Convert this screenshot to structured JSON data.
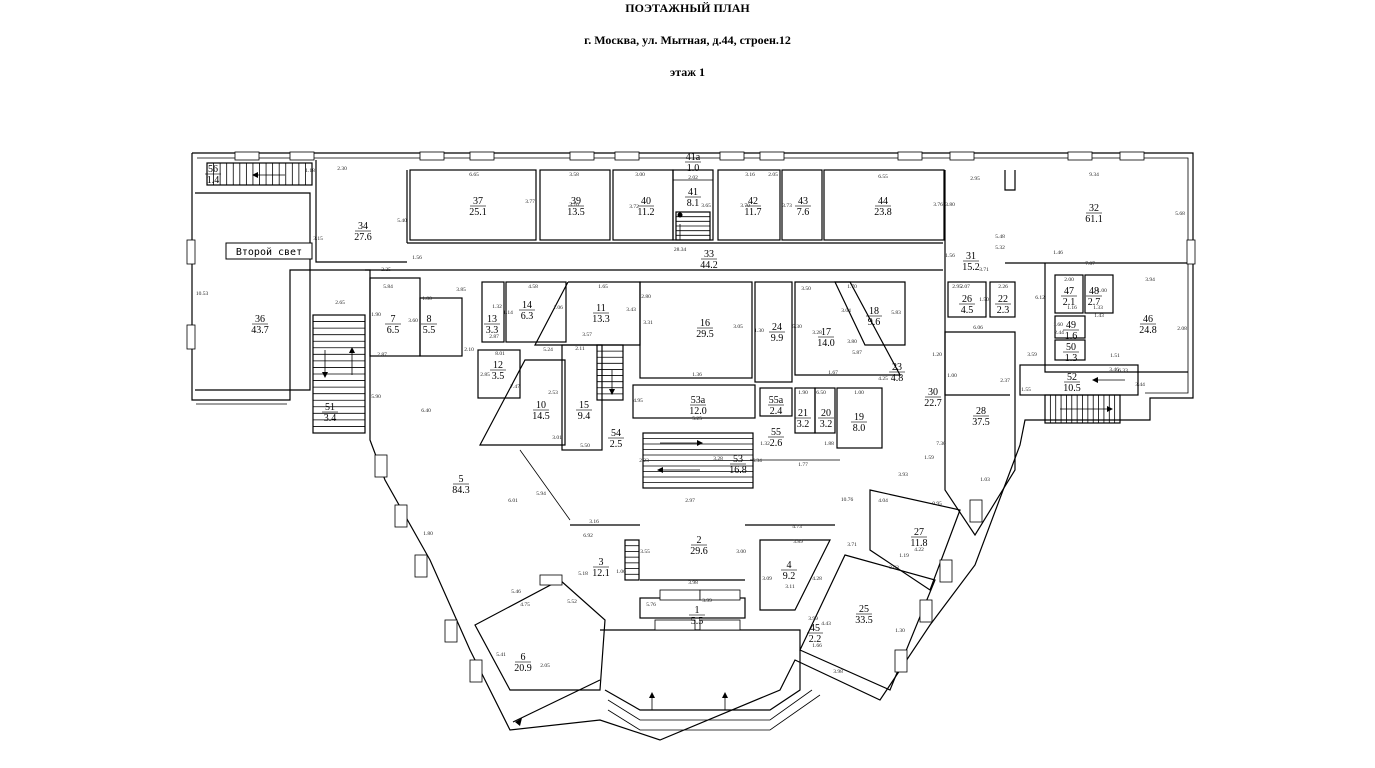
{
  "header": {
    "title": "ПОЭТАЖНЫЙ ПЛАН",
    "address": "г. Москва, ул. Мытная, д.44, строен.12",
    "floor": "этаж 1"
  },
  "label_second_light": "Второй свет",
  "rooms": [
    {
      "n": "56",
      "a": "1.4"
    },
    {
      "n": "41а",
      "a": "1.0"
    },
    {
      "n": "41",
      "a": "8.1"
    },
    {
      "n": "37",
      "a": "25.1"
    },
    {
      "n": "39",
      "a": "13.5"
    },
    {
      "n": "40",
      "a": "11.2"
    },
    {
      "n": "42",
      "a": "11.7"
    },
    {
      "n": "43",
      "a": "7.6"
    },
    {
      "n": "44",
      "a": "23.8"
    },
    {
      "n": "32",
      "a": "61.1"
    },
    {
      "n": "34",
      "a": "27.6"
    },
    {
      "n": "33",
      "a": "44.2"
    },
    {
      "n": "31",
      "a": "15.2"
    },
    {
      "n": "36",
      "a": "43.7"
    },
    {
      "n": "7",
      "a": "6.5"
    },
    {
      "n": "8",
      "a": "5.5"
    },
    {
      "n": "13",
      "a": "3.3"
    },
    {
      "n": "14",
      "a": "6.3"
    },
    {
      "n": "11",
      "a": "13.3"
    },
    {
      "n": "16",
      "a": "29.5"
    },
    {
      "n": "24",
      "a": "9.9"
    },
    {
      "n": "17",
      "a": "14.0"
    },
    {
      "n": "18",
      "a": "9.6"
    },
    {
      "n": "26",
      "a": "4.5"
    },
    {
      "n": "22",
      "a": "2.3"
    },
    {
      "n": "47",
      "a": "2.1"
    },
    {
      "n": "48",
      "a": "2.7"
    },
    {
      "n": "46",
      "a": "24.8"
    },
    {
      "n": "49",
      "a": "1.6"
    },
    {
      "n": "50",
      "a": "1.3"
    },
    {
      "n": "12",
      "a": "3.5"
    },
    {
      "n": "23",
      "a": "4.8"
    },
    {
      "n": "52",
      "a": "10.5"
    },
    {
      "n": "10",
      "a": "14.5"
    },
    {
      "n": "15",
      "a": "9.4"
    },
    {
      "n": "53а",
      "a": "12.0"
    },
    {
      "n": "55а",
      "a": "2.4"
    },
    {
      "n": "21",
      "a": "3.2"
    },
    {
      "n": "20",
      "a": "3.2"
    },
    {
      "n": "19",
      "a": "8.0"
    },
    {
      "n": "30",
      "a": "22.7"
    },
    {
      "n": "28",
      "a": "37.5"
    },
    {
      "n": "51",
      "a": "3.4"
    },
    {
      "n": "55",
      "a": "2.6"
    },
    {
      "n": "54",
      "a": "2.5"
    },
    {
      "n": "53",
      "a": "16.8"
    },
    {
      "n": "5",
      "a": "84.3"
    },
    {
      "n": "2",
      "a": "29.6"
    },
    {
      "n": "27",
      "a": "11.8"
    },
    {
      "n": "3",
      "a": "12.1"
    },
    {
      "n": "4",
      "a": "9.2"
    },
    {
      "n": "25",
      "a": "33.5"
    },
    {
      "n": "1",
      "a": "5.5"
    },
    {
      "n": "6",
      "a": "20.9"
    },
    {
      "n": "45",
      "a": "2.2"
    }
  ],
  "dims": [
    "2.30",
    "1.18",
    "6.65",
    "3.77",
    "3.58",
    "3.76",
    "3.00",
    "3.72",
    "2.02",
    "3.65",
    "3.16",
    "3.70",
    "2.05",
    "3.73",
    "6.55",
    "3.76",
    "2.95",
    "3.80",
    "9.34",
    "5.68",
    "5.40",
    "3.15",
    "10.53",
    "28.34",
    "5.48",
    "5.32",
    "3.71",
    "1.56",
    "2.25",
    "1.56",
    "1.46",
    "7.07",
    "3.94",
    "6.12",
    "2.65",
    "5.84",
    "1.80",
    "1.90",
    "3.60",
    "2.87",
    "3.85",
    "4.58",
    "1.65",
    "2.80",
    "3.50",
    "1.70",
    "1.32",
    "2.87",
    "1.14",
    "1.06",
    "3.43",
    "3.31",
    "3.05",
    "1.30",
    "5.30",
    "3.28",
    "3.04",
    "5.83",
    "3.80",
    "2.95",
    "2.07",
    "1.50",
    "2.26",
    "2.00",
    "1.16",
    "1.33",
    "1.00",
    "1.43",
    "2.08",
    "1.60",
    "6.06",
    "1.20",
    "3.57",
    "8.01",
    "5.24",
    "2.11",
    "1.36",
    "1.67",
    "5.87",
    "4.25",
    "2.44",
    "3.59",
    "3.46",
    "1.51",
    "6.33",
    "3.44",
    "1.55",
    "2.10",
    "2.85",
    "7.47",
    "2.53",
    "4.95",
    "5.25",
    "1.90",
    "6.50",
    "1.00",
    "1.00",
    "2.37",
    "5.90",
    "6.40",
    "3.01",
    "5.50",
    "3.28",
    "1.32",
    "1.88",
    "1.77",
    "2.23",
    "5.34",
    "2.97",
    "1.59",
    "7.30",
    "1.03",
    "0.95",
    "4.04",
    "3.93",
    "6.01",
    "1.80",
    "5.94",
    "10.76",
    "3.16",
    "6.92",
    "4.73",
    "3.89",
    "3.55",
    "3.00",
    "3.09",
    "3.11",
    "4.28",
    "3.71",
    "4.22",
    "1.19",
    "3.03",
    "3.98",
    "3.99",
    "5.76",
    "5.18",
    "1.06",
    "5.46",
    "4.75",
    "5.52",
    "5.41",
    "2.05",
    "3.99",
    "4.43",
    "1.66",
    "1.30",
    "3.98",
    "6.95",
    "3.86"
  ]
}
